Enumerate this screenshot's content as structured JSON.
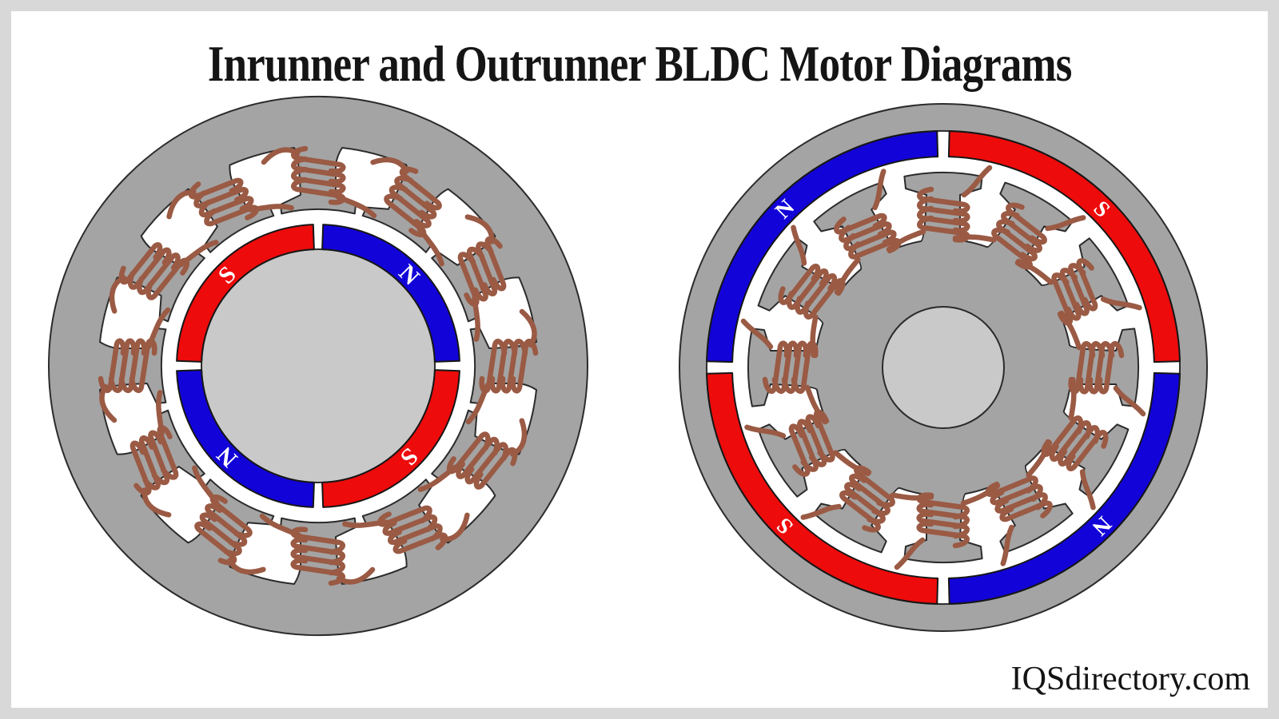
{
  "title": "Inrunner and Outrunner BLDC Motor Diagrams",
  "watermark": "IQSdirectory.com",
  "colors": {
    "metal": "#a4a4a4",
    "shaft": "#c9c9c9",
    "magnet_red": "#ee0b0b",
    "magnet_blue": "#1203d8",
    "coil": "#9a5a44",
    "outline": "#2b2b2b",
    "label_text": "#ffffff",
    "frame": "#d8d8d8",
    "background": "#ffffff",
    "title_text": "#151515"
  },
  "inrunner": {
    "stator_teeth": 12,
    "coil_count": 12,
    "magnets": [
      {
        "pole": "S",
        "color": "magnet_red",
        "position": "top-left",
        "a1": 92,
        "a2": 178,
        "label_angle": 135
      },
      {
        "pole": "N",
        "color": "magnet_blue",
        "position": "top-right",
        "a1": 2,
        "a2": 88,
        "label_angle": 45
      },
      {
        "pole": "N",
        "color": "magnet_blue",
        "position": "bottom-left",
        "a1": 182,
        "a2": 268,
        "label_angle": 225
      },
      {
        "pole": "S",
        "color": "magnet_red",
        "position": "bottom-right",
        "a1": 272,
        "a2": 358,
        "label_angle": 315
      }
    ]
  },
  "outrunner": {
    "stator_teeth": 12,
    "coil_count": 12,
    "magnets": [
      {
        "pole": "N",
        "color": "magnet_blue",
        "position": "top-left",
        "a1": 91.5,
        "a2": 178.5,
        "label_angle": 135
      },
      {
        "pole": "S",
        "color": "magnet_red",
        "position": "top-right",
        "a1": 1.5,
        "a2": 88.5,
        "label_angle": 45
      },
      {
        "pole": "S",
        "color": "magnet_red",
        "position": "bottom-left",
        "a1": 181.5,
        "a2": 268.5,
        "label_angle": 225
      },
      {
        "pole": "N",
        "color": "magnet_blue",
        "position": "bottom-right",
        "a1": 271.5,
        "a2": 358.5,
        "label_angle": 315
      }
    ]
  }
}
